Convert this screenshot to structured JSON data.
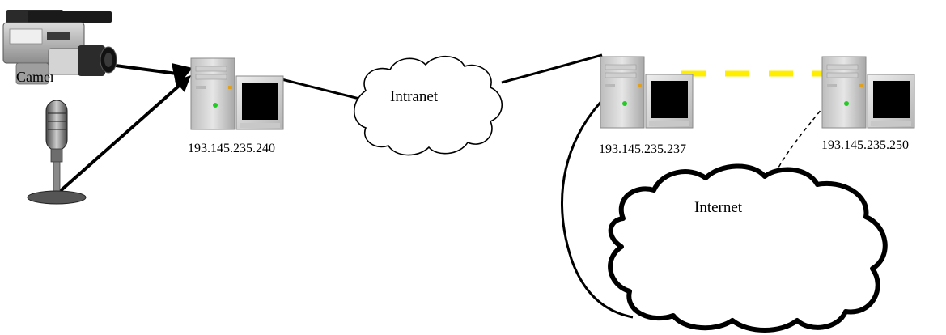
{
  "labels": {
    "camera": "Camera",
    "intranet": "Intranet",
    "internet": "Internet",
    "ip_encoder": "193.145.235.240",
    "ip_server": "193.145.235.237",
    "ip_client": "193.145.235.250"
  },
  "icons": {
    "camera": "video-camera-icon",
    "microphone": "microphone-icon",
    "computer": "desktop-computer-icon"
  },
  "colors": {
    "wired_link": "#000000",
    "wireless_link": "#ffee00",
    "screen": "#000000",
    "tower": "#d9d9d9",
    "led": "#22cc22"
  }
}
